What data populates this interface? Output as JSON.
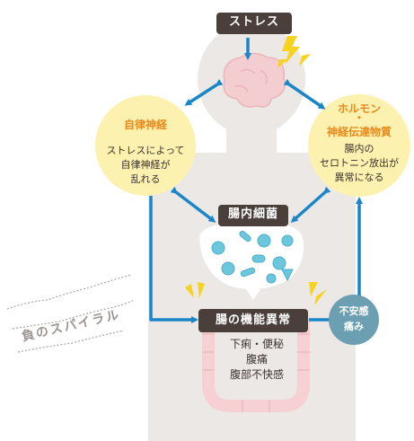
{
  "colors": {
    "body_silhouette": "#ece8e5",
    "brain": "#f4cdd0",
    "intestine": "#f6d0d3",
    "yellow_circle": "#fdf1b0",
    "arrow": "#1a86c8",
    "label_bg": "#4a3f3b",
    "orange_text": "#e8891d",
    "anxiety_bubble": "#6b9fb1",
    "lightning": "#f7d21e",
    "bacteria": "#6cc6dc"
  },
  "stress": {
    "label": "ストレス"
  },
  "autonomic": {
    "title": "自律神経",
    "desc_line1": "ストレスによって",
    "desc_line2": "自律神経が",
    "desc_line3": "乱れる"
  },
  "hormone": {
    "title_line1": "ホルモン",
    "title_dot": "・",
    "title_line2": "神経伝達物質",
    "desc_line1": "腸内の",
    "desc_line2": "セロトニン放出が",
    "desc_line3": "異常になる"
  },
  "gut_bacteria": {
    "label": "腸内細菌"
  },
  "gut_function": {
    "label": "腸の機能異常",
    "symptom1": "下痢・便秘",
    "symptom2": "腹痛",
    "symptom3": "腹部不快感"
  },
  "anxiety": {
    "line1": "不安感",
    "line2": "痛み"
  },
  "spiral": {
    "label": "負のスパイラル"
  }
}
